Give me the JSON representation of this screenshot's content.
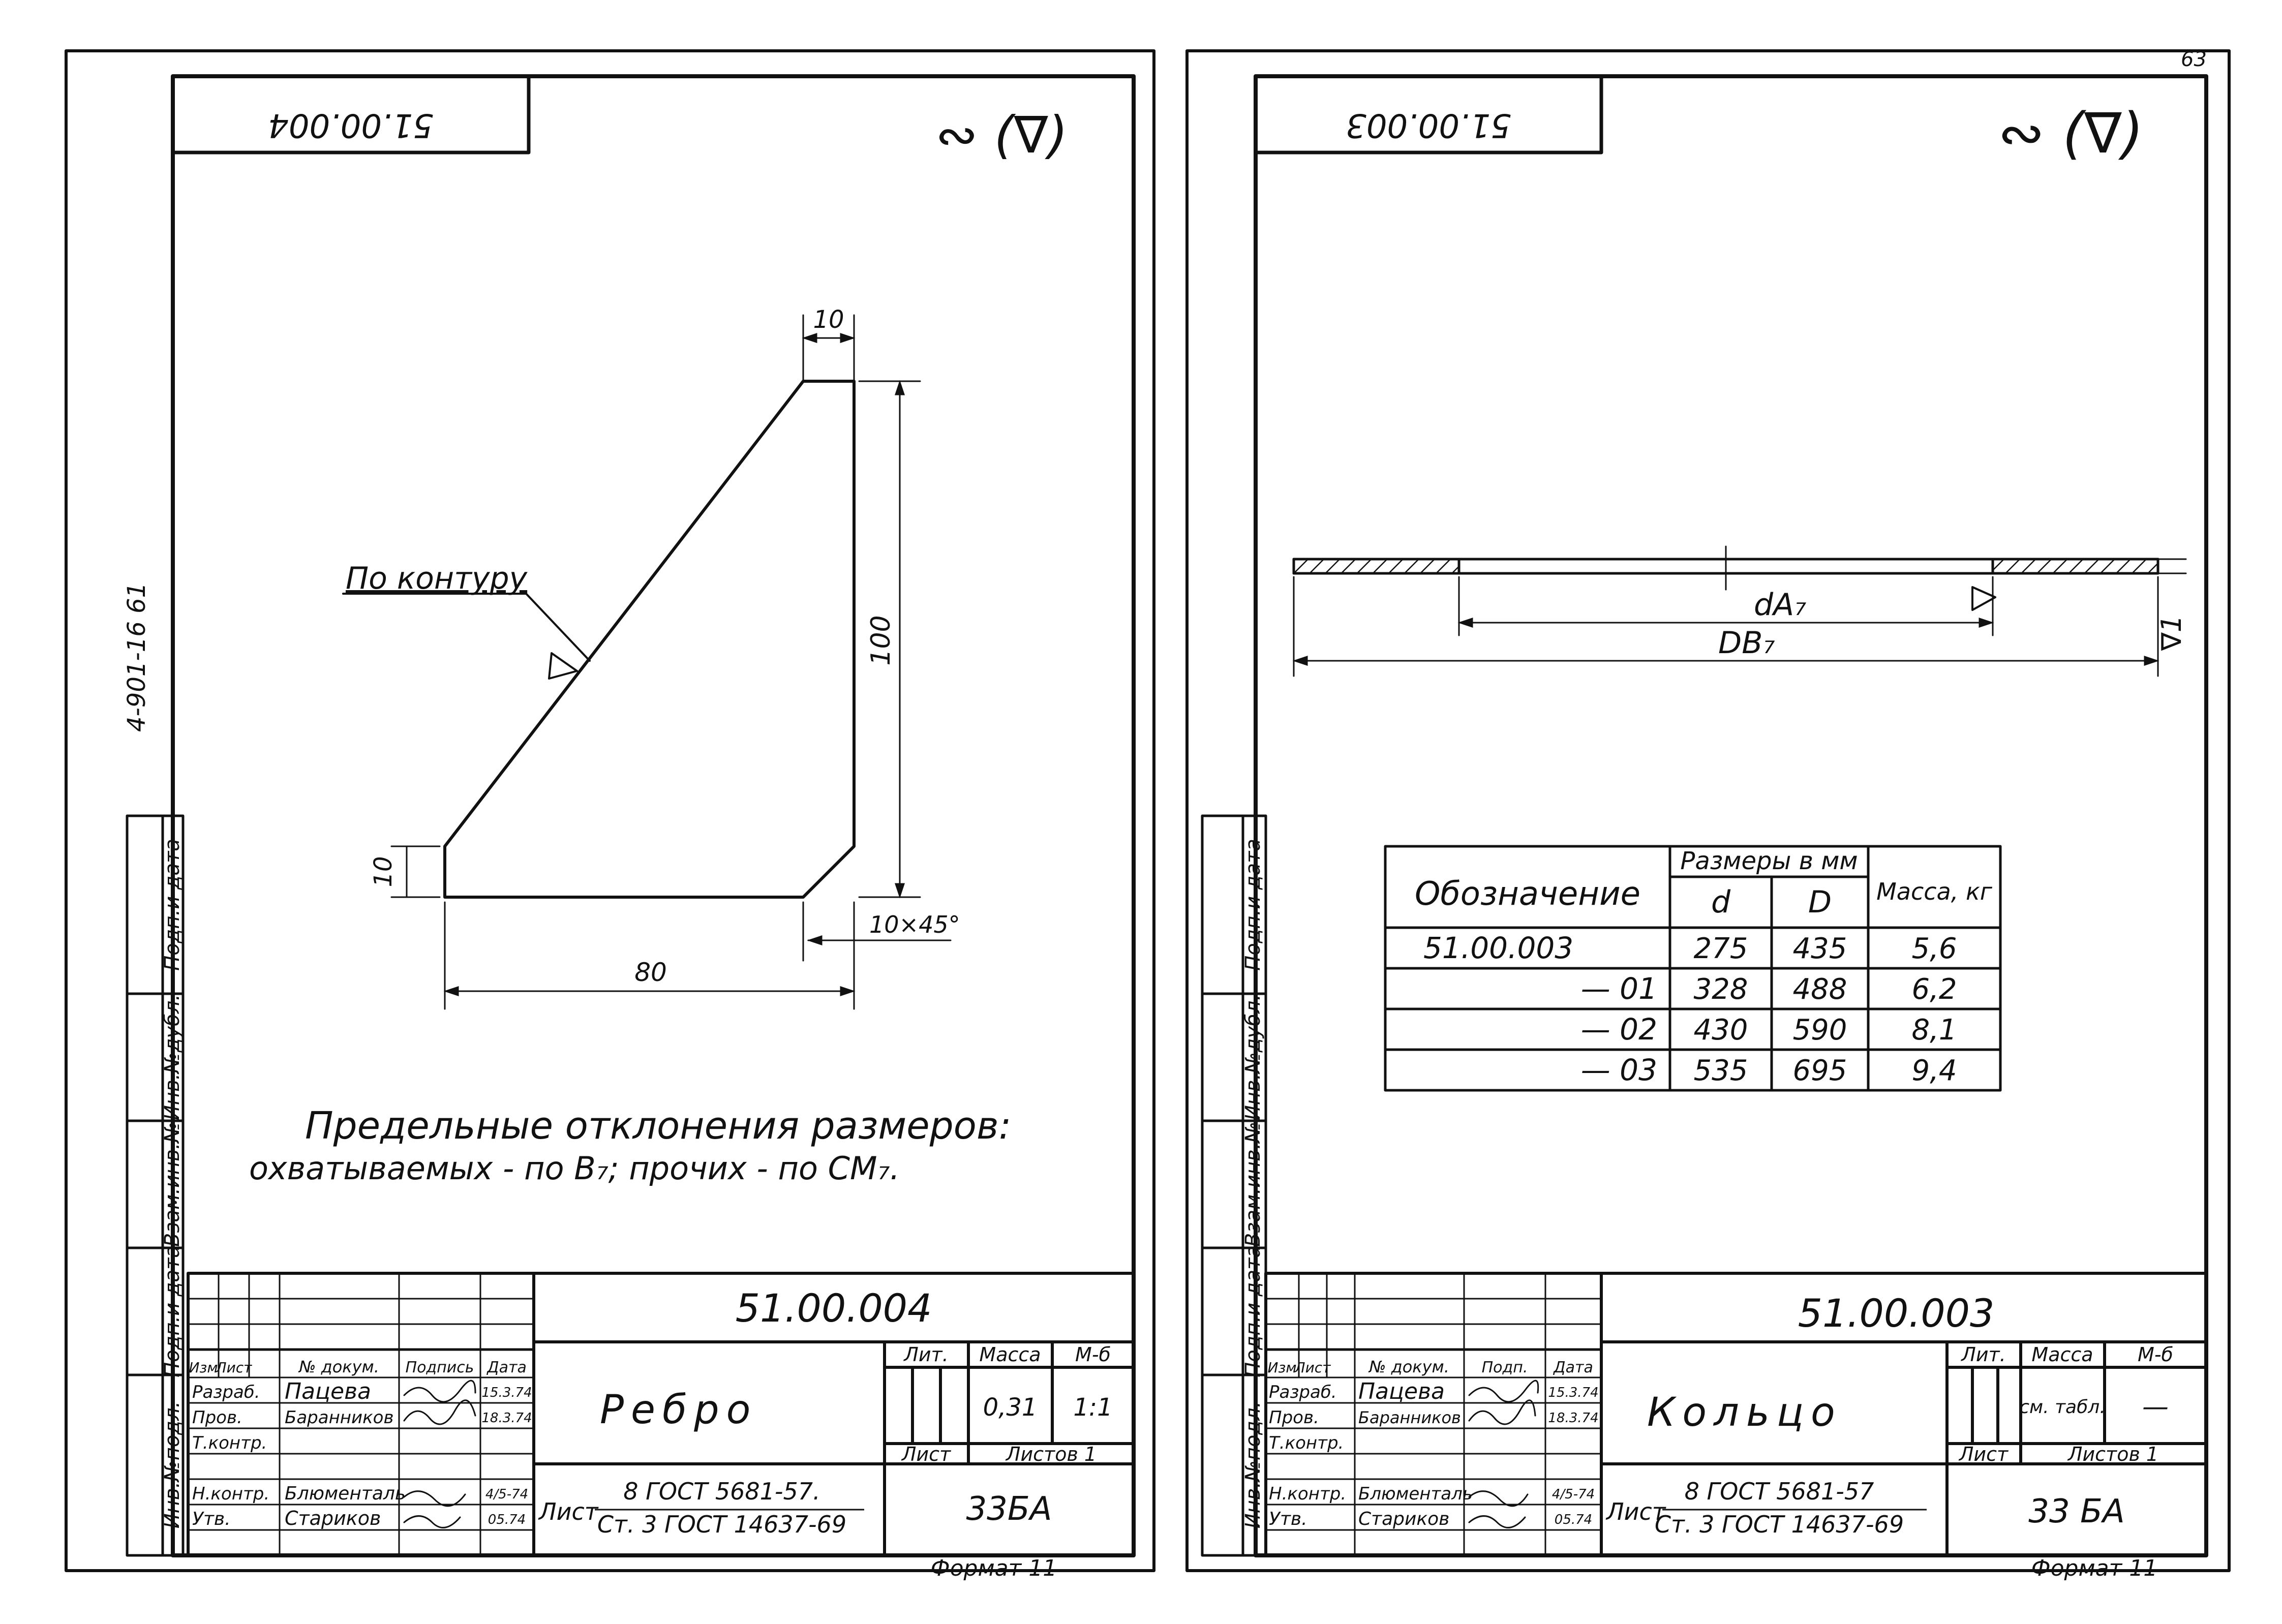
{
  "page_number": "63",
  "series_code": "4-901-16 61",
  "side_stamp": {
    "labels": [
      "Инв.№подл.",
      "Подп.и дата",
      "Взам.инв.№",
      "Инв.№дубл.",
      "Подп.и дата"
    ]
  },
  "left_sheet": {
    "top_code": "51.00.004",
    "roughness_symbol": "∾ (∇)",
    "annotations": {
      "contour_label": "По контуру",
      "dim_top": "10",
      "dim_height": "100",
      "dim_left": "10",
      "dim_chamfer": "10×45°",
      "dim_bottom": "80"
    },
    "notes": {
      "line1": "Предельные отклонения размеров:",
      "line2": "охватываемых - по B₇; прочих - по СМ₇."
    },
    "title_block": {
      "code": "51.00.004",
      "name": "Ребро",
      "headers": {
        "izm": "Изм",
        "list": "Лист",
        "doc": "№ докум.",
        "sign": "Подпись",
        "date": "Дата"
      },
      "rows": {
        "razrab": {
          "role": "Разраб.",
          "person": "Пацева",
          "date": "15.3.74"
        },
        "prov": {
          "role": "Пров.",
          "person": "Баранников",
          "date": "18.3.74"
        },
        "tkontr": {
          "role": "Т.контр."
        },
        "nkontr": {
          "role": "Н.контр.",
          "person": "Блюменталь",
          "date": "4/5-74"
        },
        "utv": {
          "role": "Утв.",
          "person": "Стариков",
          "date": "05.74"
        }
      },
      "lit_label": "Лит.",
      "mass_label": "Масса",
      "scale_label": "М-б",
      "mass_value": "0,31",
      "scale_value": "1:1",
      "sheet_label": "Лист",
      "sheets_label": "Листов 1",
      "material_prefix": "Лист",
      "material_line1": "8 ГОСТ 5681-57.",
      "material_line2": "Ст. 3 ГОСТ 14637-69",
      "org": "33БА",
      "format": "Формат 11"
    }
  },
  "right_sheet": {
    "top_code": "51.00.003",
    "roughness_symbol": "∾ (∇)",
    "annotations": {
      "dim_inner": "dA₇",
      "dim_outer": "DB₇",
      "dim_thickness": "∇1"
    },
    "table": {
      "header_name": "Обозначение",
      "header_group": "Размеры в мм",
      "header_d": "d",
      "header_D": "D",
      "header_mass": "Масса, кг",
      "rows": [
        {
          "name": "51.00.003",
          "d": "275",
          "D": "435",
          "mass": "5,6"
        },
        {
          "name": "— 01",
          "d": "328",
          "D": "488",
          "mass": "6,2"
        },
        {
          "name": "— 02",
          "d": "430",
          "D": "590",
          "mass": "8,1"
        },
        {
          "name": "— 03",
          "d": "535",
          "D": "695",
          "mass": "9,4"
        }
      ]
    },
    "title_block": {
      "code": "51.00.003",
      "name": "Кольцо",
      "headers": {
        "izm": "Изм",
        "list": "Лист",
        "doc": "№ докум.",
        "sign": "Подп.",
        "date": "Дата"
      },
      "rows": {
        "razrab": {
          "role": "Разраб.",
          "person": "Пацева",
          "date": "15.3.74"
        },
        "prov": {
          "role": "Пров.",
          "person": "Баранников",
          "date": "18.3.74"
        },
        "tkontr": {
          "role": "Т.контр."
        },
        "nkontr": {
          "role": "Н.контр.",
          "person": "Блюменталь",
          "date": "4/5-74"
        },
        "utv": {
          "role": "Утв.",
          "person": "Стариков",
          "date": "05.74"
        }
      },
      "lit_label": "Лит.",
      "mass_label": "Масса",
      "scale_label": "М-б",
      "mass_value": "см. табл.",
      "scale_value": "—",
      "sheet_label": "Лист",
      "sheets_label": "Листов 1",
      "material_prefix": "Лист",
      "material_line1": "8 ГОСТ 5681-57",
      "material_line2": "Ст. 3 ГОСТ 14637-69",
      "org": "33 БА",
      "format": "Формат 11"
    }
  }
}
